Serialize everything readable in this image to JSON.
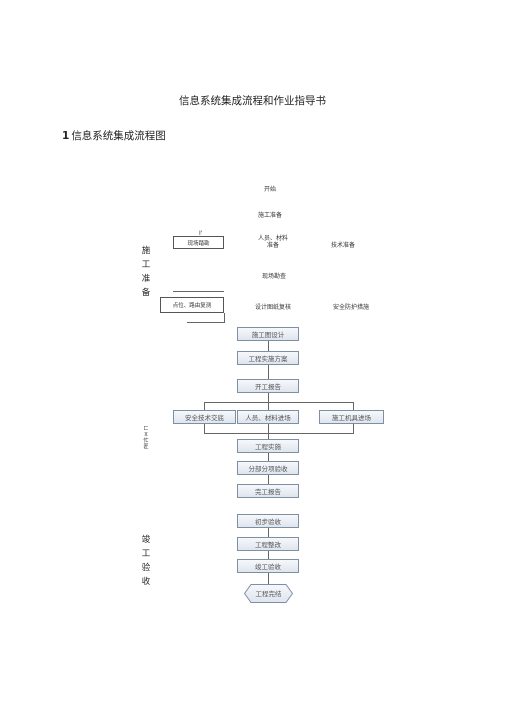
{
  "doc": {
    "title": "信息系统集成流程和作业指导书",
    "section_number": "1",
    "section_title": "信息系统集成流程图"
  },
  "flow": {
    "start": "开始",
    "prep": "施工准备",
    "site_build": "现场踏勘",
    "personnel": "人员、材料准备",
    "tech_prep": "技术准备",
    "site_survey": "现场勘查",
    "point_route": "点位、路由复测",
    "design_tech": "设计图纸复核",
    "safety_measure": "安全防护措施",
    "construction_design": "施工图设计",
    "implementation_plan": "工程实施方案",
    "start_report": "开工报告",
    "safety_tech": "安全技术交底",
    "personnel_material": "人员、材料进场",
    "machinery": "施工机具进场",
    "implementation": "工程实施",
    "sub_acceptance": "分部分项验收",
    "completion_report": "完工报告",
    "initial_acceptance": "初步验收",
    "rectification": "工程整改",
    "final_acceptance": "竣工验收",
    "project_close": "工程完结",
    "mark": "I'"
  },
  "stages": {
    "prep_chars": [
      "施",
      "工",
      "准",
      "备"
    ],
    "impl_chars": [
      "匚",
      "ㅍ",
      "忙",
      "匠"
    ],
    "accept_chars": [
      "竣",
      "工",
      "验",
      "收"
    ]
  }
}
